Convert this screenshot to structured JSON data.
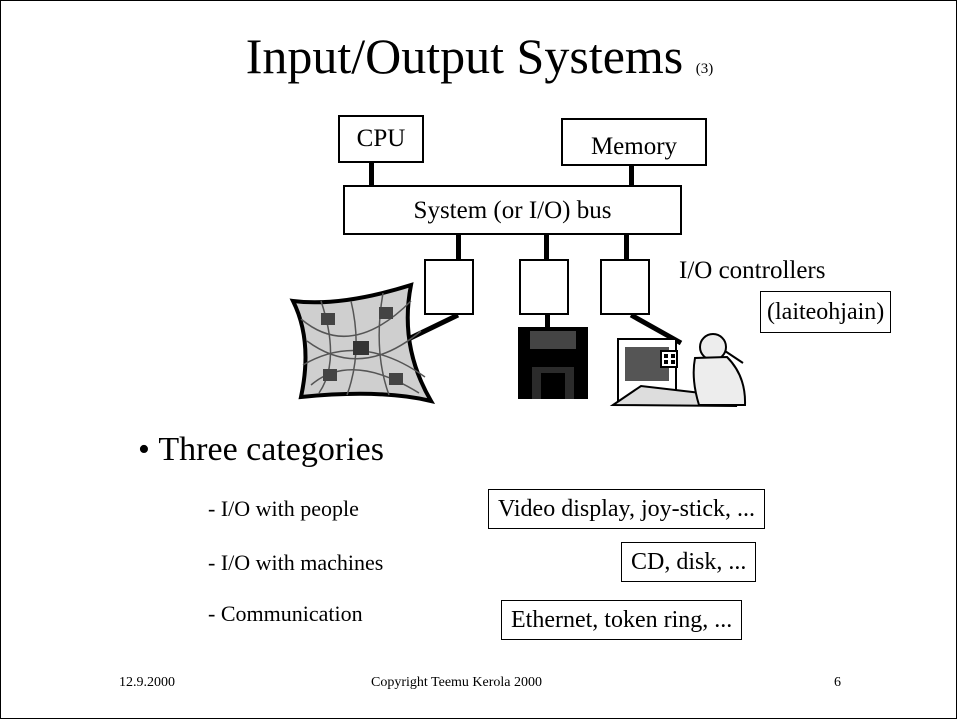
{
  "title": {
    "main": "Input/Output Systems",
    "suffix": "(3)"
  },
  "diagram": {
    "cpu": "CPU",
    "memory": "Memory",
    "bus": "System (or I/O) bus",
    "controllers_label": "I/O controllers",
    "controllers_translation": "(laiteohjain)"
  },
  "bullet": "Three categories",
  "items": [
    {
      "label": "- I/O with people",
      "examples": "Video display, joy-stick, ..."
    },
    {
      "label": "- I/O with machines",
      "examples": "CD, disk, ..."
    },
    {
      "label": "- Communication",
      "examples": "Ethernet, token ring, ..."
    }
  ],
  "footer": {
    "date": "12.9.2000",
    "copyright": "Copyright Teemu Kerola 2000",
    "page": "6"
  }
}
